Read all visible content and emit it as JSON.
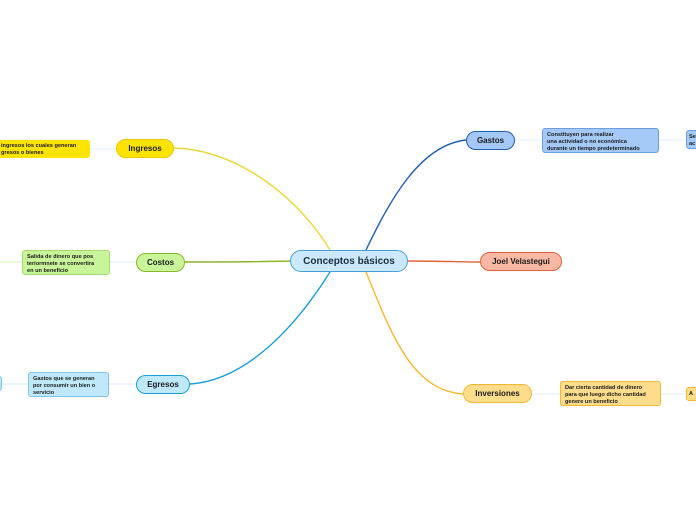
{
  "center": {
    "label": "Conceptos básicos"
  },
  "branches": {
    "ingresos": {
      "label": "Ingresos",
      "note": [
        "ingresos los cuales generan",
        "gresos o bienes"
      ],
      "color": "#fce400"
    },
    "costos": {
      "label": "Costos",
      "note": [
        "Salida de dinero que pos",
        "teriormnete se convertira",
        "en un beneficio"
      ],
      "color": "#c9f59a"
    },
    "egresos": {
      "label": "Egresos",
      "note": [
        "Gastos que se generan",
        "por consumir un bien o",
        "servicio"
      ],
      "color": "#bfe9fb"
    },
    "gastos": {
      "label": "Gastos",
      "note": [
        "Constituyen para realizar",
        "una actividad o no  económica",
        "durante un tiempo predeterminado"
      ],
      "note_extra": [
        "Se",
        "ac"
      ],
      "color": "#a5c9f7"
    },
    "joel": {
      "label": "Joel Velastegui",
      "color": "#f9b8a4"
    },
    "inversiones": {
      "label": "Inversiones",
      "note": [
        "Dar cierta cantidad de dinero",
        "para que luego dicho cantidad",
        "genere un beneficio"
      ],
      "note_extra": [
        "A"
      ],
      "color": "#fddc8c"
    }
  },
  "colors": {
    "link_ingresos": "#ecd63a",
    "link_costos": "#8cb62a",
    "link_egresos": "#18a0d6",
    "link_gastos": "#1f5fb0",
    "link_joel": "#e0633a",
    "link_inversiones": "#f4b830"
  }
}
